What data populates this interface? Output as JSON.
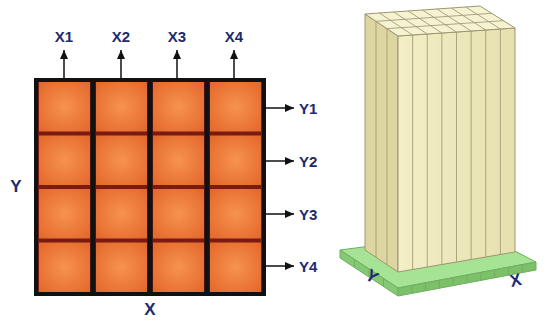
{
  "diagram": {
    "labels": [
      "X1",
      "X2",
      "X3",
      "X4",
      "Y1",
      "Y2",
      "Y3",
      "Y4",
      "Y",
      "X",
      "Y",
      "X"
    ]
  }
}
